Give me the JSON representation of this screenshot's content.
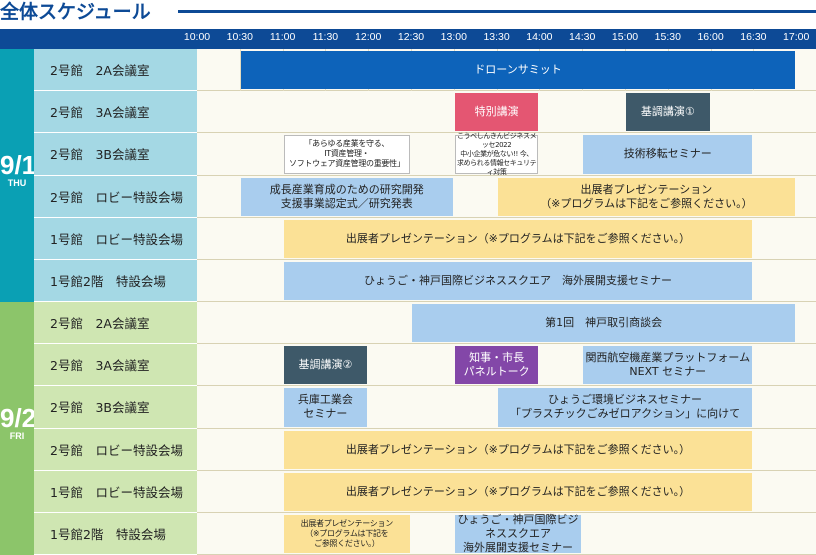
{
  "title": "全体スケジュール",
  "times": [
    "10:00",
    "10:30",
    "11:00",
    "11:30",
    "12:00",
    "12:30",
    "13:00",
    "13:30",
    "14:00",
    "14:30",
    "15:00",
    "15:30",
    "16:00",
    "16:30",
    "17:00"
  ],
  "colors": {
    "header": "#0d4a96",
    "day1_band": "#0aa0b4",
    "day1_room": "#a4d8e4",
    "day1_row": "#fbfaf2",
    "day2_band": "#8cc56a",
    "day2_room": "#cfe6b2",
    "day2_row": "#fbfaf2"
  },
  "days": [
    {
      "date": "9/1",
      "dow": "THU",
      "rooms": [
        {
          "name": "2号館　2A会議室",
          "events": [
            {
              "text": "ドローンサミット",
              "start": "10:30",
              "end": "17:00",
              "style": "darkblue"
            }
          ]
        },
        {
          "name": "2号館　3A会議室",
          "events": [
            {
              "text": "特別講演",
              "start": "13:00",
              "end": "14:00",
              "style": "pink"
            },
            {
              "text": "基調講演①",
              "start": "15:00",
              "end": "16:00",
              "style": "slate"
            }
          ]
        },
        {
          "name": "2号館　3B会議室",
          "events": [
            {
              "text": "「あらゆる産業を守る、\nIT資産管理・\nソフトウェア資産管理の重要性」",
              "start": "11:00",
              "end": "12:30",
              "style": "white",
              "size": "small"
            },
            {
              "text": "こうべしんきんビジネスメッセ2022\n中小企業が危ない!! 今、\n求められる情報セキュリティ対策",
              "start": "13:00",
              "end": "14:00",
              "style": "white",
              "size": "tiny"
            },
            {
              "text": "技術移転セミナー",
              "start": "14:30",
              "end": "16:30",
              "style": "lightblue"
            }
          ]
        },
        {
          "name": "2号館　ロビー特設会場",
          "events": [
            {
              "text": "成長産業育成のための研究開発\n支援事業認定式／研究発表",
              "start": "10:30",
              "end": "13:00",
              "style": "lightblue"
            },
            {
              "text": "出展者プレゼンテーション\n（※プログラムは下記をご参照ください。）",
              "start": "13:30",
              "end": "17:00",
              "style": "yellow"
            }
          ]
        },
        {
          "name": "1号館　ロビー特設会場",
          "events": [
            {
              "text": "出展者プレゼンテーション（※プログラムは下記をご参照ください。）",
              "start": "11:00",
              "end": "16:30",
              "style": "yellow"
            }
          ]
        },
        {
          "name": "1号館2階　特設会場",
          "events": [
            {
              "text": "ひょうご・神戸国際ビジネススクエア　海外展開支援セミナー",
              "start": "11:00",
              "end": "16:30",
              "style": "lightblue"
            }
          ]
        }
      ]
    },
    {
      "date": "9/2",
      "dow": "FRI",
      "rooms": [
        {
          "name": "2号館　2A会議室",
          "events": [
            {
              "text": "第1回　神戸取引商談会",
              "start": "12:30",
              "end": "17:00",
              "style": "lightblue"
            }
          ]
        },
        {
          "name": "2号館　3A会議室",
          "events": [
            {
              "text": "基調講演②",
              "start": "11:00",
              "end": "12:00",
              "style": "slate"
            },
            {
              "text": "知事・市長\nパネルトーク",
              "start": "13:00",
              "end": "14:00",
              "style": "purple"
            },
            {
              "text": "関西航空機産業プラットフォーム\nNEXT セミナー",
              "start": "14:30",
              "end": "16:30",
              "style": "lightblue"
            }
          ]
        },
        {
          "name": "2号館　3B会議室",
          "events": [
            {
              "text": "兵庫工業会\nセミナー",
              "start": "11:00",
              "end": "12:00",
              "style": "lightblue"
            },
            {
              "text": "ひょうご環境ビジネスセミナー\n「プラスチックごみゼロアクション」に向けて",
              "start": "13:30",
              "end": "16:30",
              "style": "lightblue"
            }
          ]
        },
        {
          "name": "2号館　ロビー特設会場",
          "events": [
            {
              "text": "出展者プレゼンテーション（※プログラムは下記をご参照ください。）",
              "start": "11:00",
              "end": "16:30",
              "style": "yellow"
            }
          ]
        },
        {
          "name": "1号館　ロビー特設会場",
          "events": [
            {
              "text": "出展者プレゼンテーション（※プログラムは下記をご参照ください。）",
              "start": "11:00",
              "end": "16:30",
              "style": "yellow"
            }
          ]
        },
        {
          "name": "1号館2階　特設会場",
          "events": [
            {
              "text": "出展者プレゼンテーション\n（※プログラムは下記を\nご参照ください。）",
              "start": "11:00",
              "end": "12:30",
              "style": "yellow",
              "size": "small"
            },
            {
              "text": "ひょうご・神戸国際ビジネススクエア\n海外展開支援セミナー",
              "start": "13:00",
              "end": "14:30",
              "style": "lightblue"
            }
          ]
        }
      ]
    }
  ]
}
